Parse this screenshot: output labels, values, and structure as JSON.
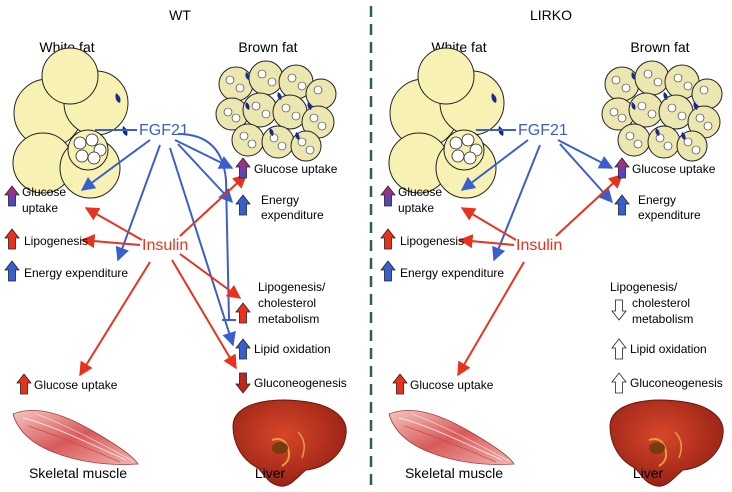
{
  "panels": [
    {
      "title": "WT",
      "white_fat": "White fat",
      "brown_fat": "Brown fat",
      "fgf21": "FGF21",
      "insulin": "Insulin",
      "wf_glucose_1": "Glucose",
      "wf_glucose_2": "uptake",
      "wf_lipogenesis": "Lipogenesis",
      "wf_energy": "Energy expenditure",
      "bf_glucose": "Glucose uptake",
      "bf_energy_1": "Energy",
      "bf_energy_2": "expenditure",
      "liver_lipo_1": "Lipogenesis/",
      "liver_lipo_2": "cholesterol",
      "liver_lipo_3": "metabolism",
      "liver_lipid": "Lipid oxidation",
      "liver_gluconeo": "Gluconeogenesis",
      "muscle_glucose": "Glucose uptake",
      "muscle_label": "Skeletal muscle",
      "liver_label": "Liver"
    },
    {
      "title": "LIRKO",
      "white_fat": "White fat",
      "brown_fat": "Brown fat",
      "fgf21": "FGF21",
      "insulin": "Insulin",
      "wf_glucose_1": "Glucose",
      "wf_glucose_2": "uptake",
      "wf_lipogenesis": "Lipogenesis",
      "wf_energy": "Energy expenditure",
      "bf_glucose": "Glucose uptake",
      "bf_energy_1": "Energy",
      "bf_energy_2": "expenditure",
      "liver_lipo_1": "Lipogenesis/",
      "liver_lipo_2": "cholesterol",
      "liver_lipo_3": "metabolism",
      "liver_lipid": "Lipid oxidation",
      "liver_gluconeo": "Gluconeogenesis",
      "muscle_glucose": "Glucose uptake",
      "muscle_label": "Skeletal muscle",
      "liver_label": "Liver"
    }
  ],
  "colors": {
    "fgf21_blue": "#3a5fcd",
    "insulin_red": "#e8321e",
    "divider_green": "#2f5f4f",
    "fat_yellow": "#f7f2b4",
    "liver_red": "#b8281c",
    "muscle_pink": "#e8a0a0"
  }
}
